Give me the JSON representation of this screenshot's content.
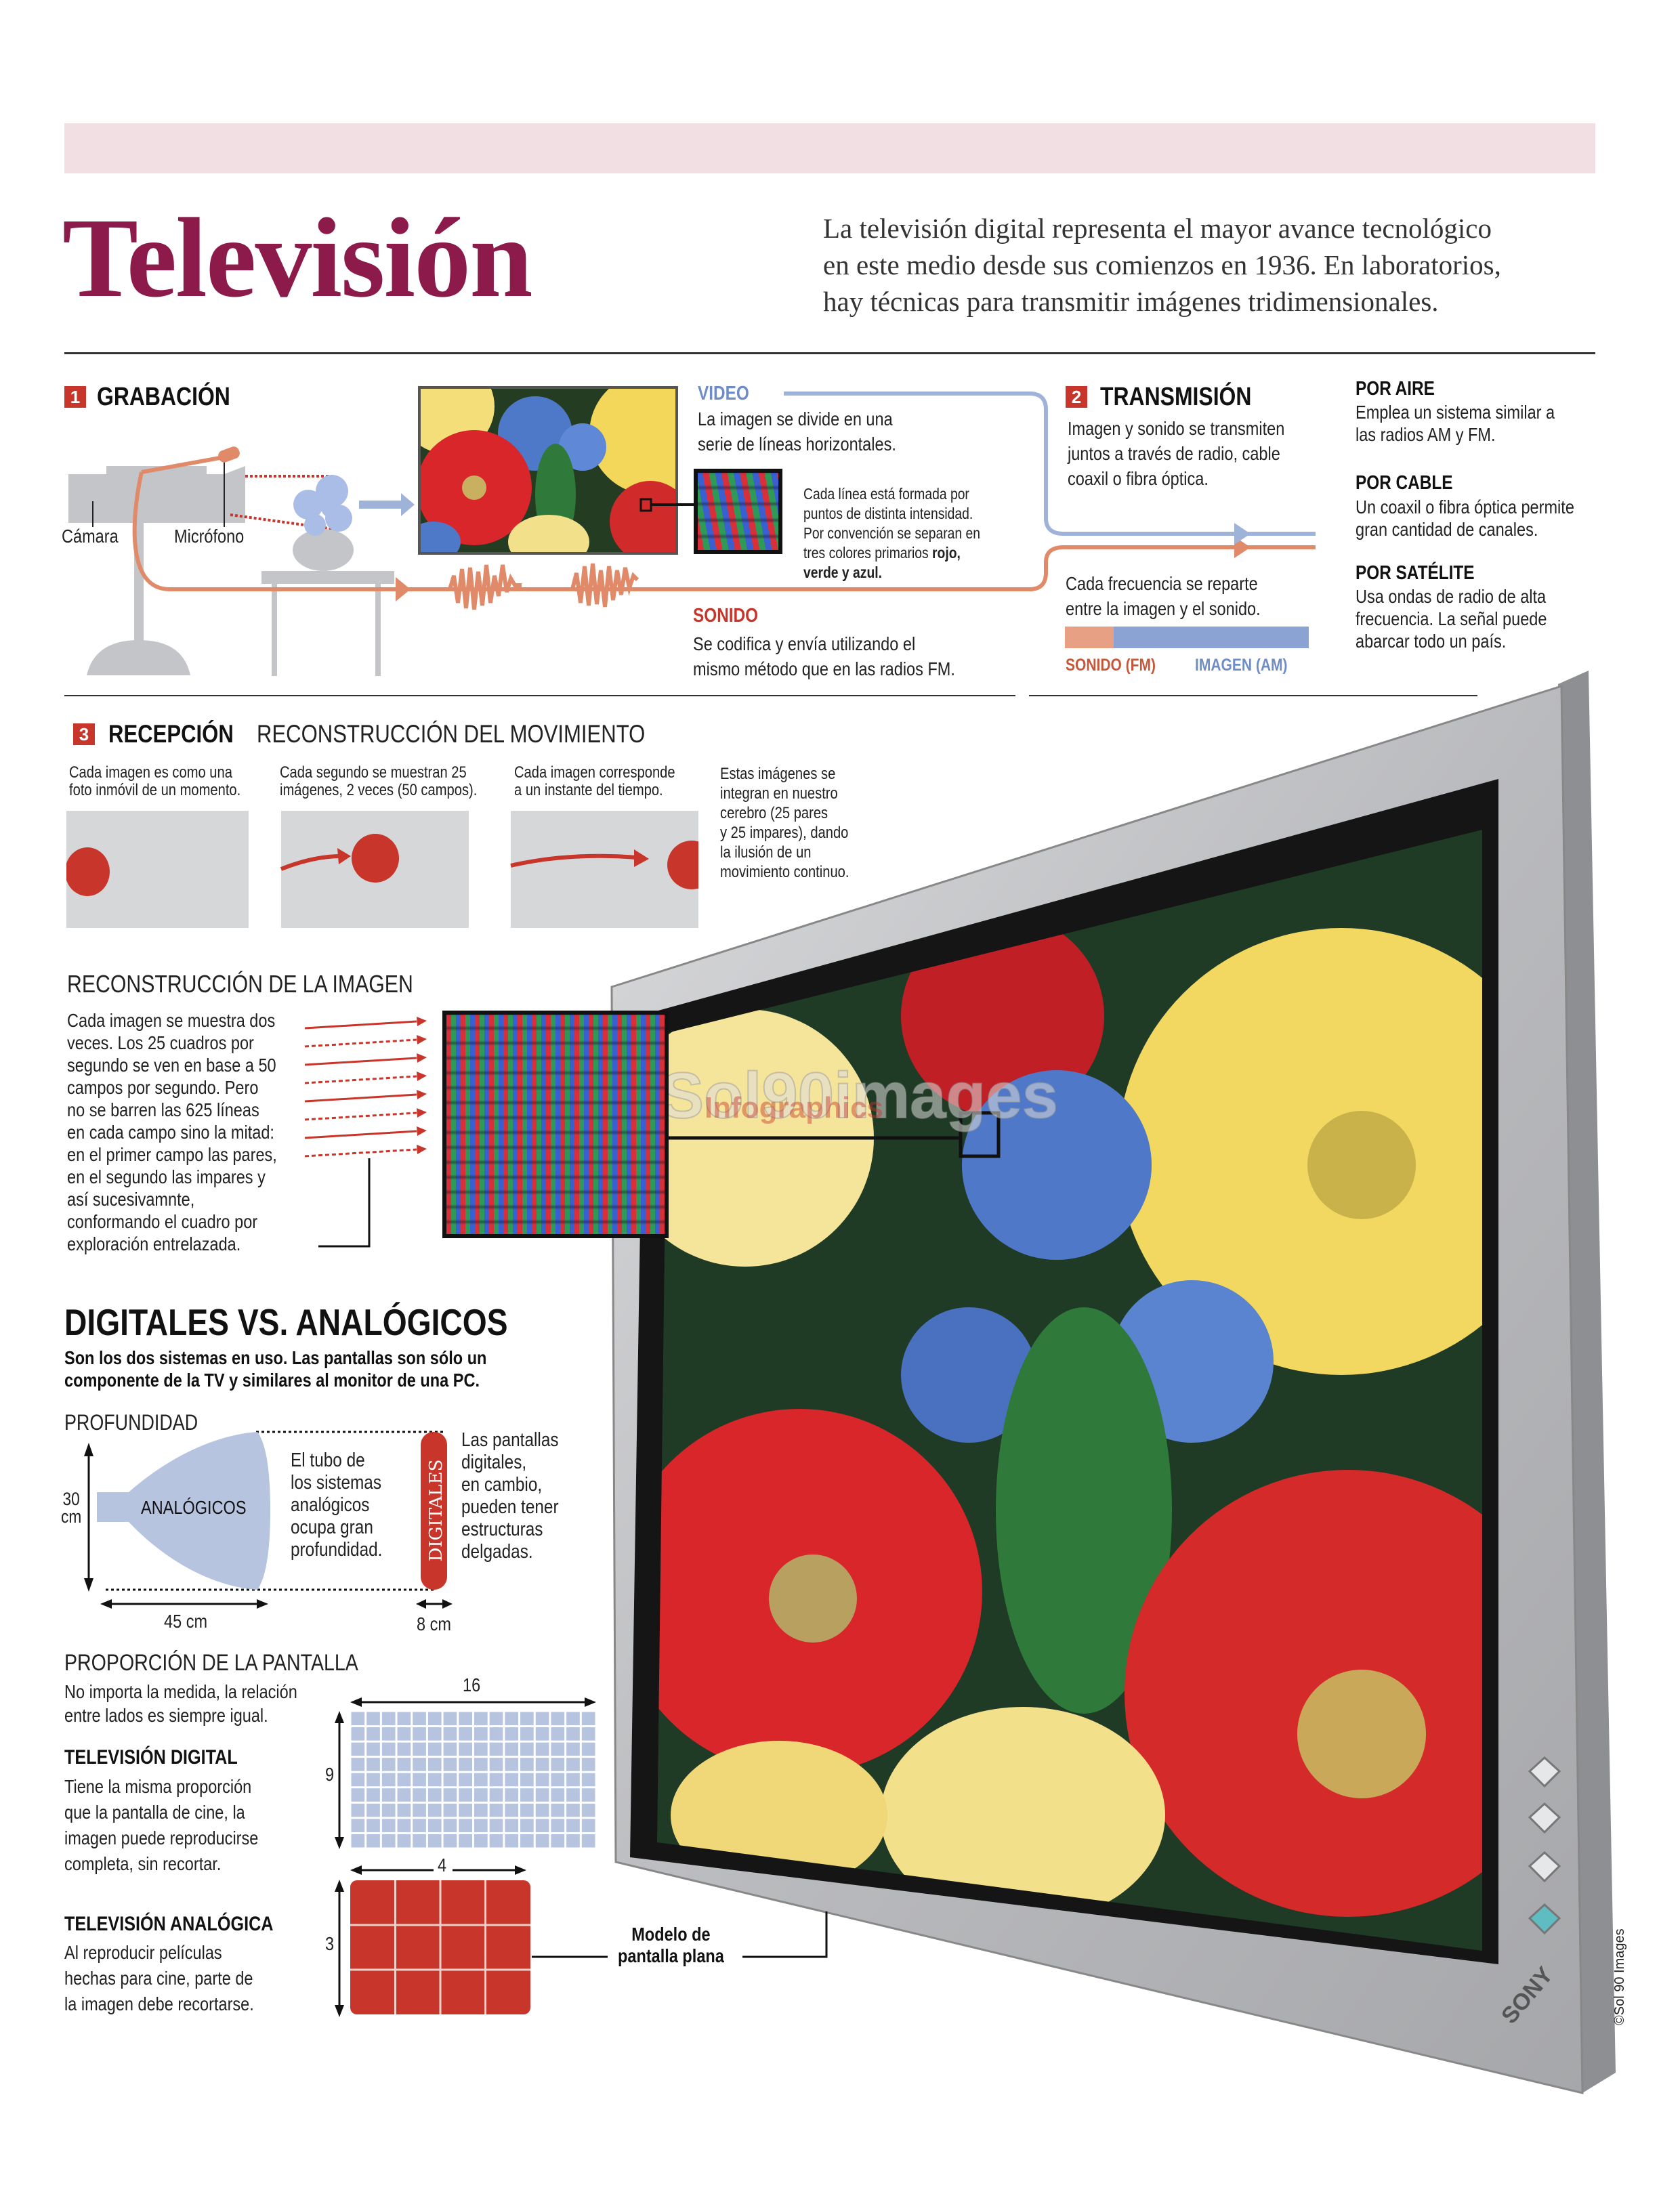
{
  "header": {
    "title": "Televisión",
    "intro": "La televisión digital representa el mayor avance tecnológico\nen este medio desde sus comienzos en 1936. En laboratorios,\nhay técnicas para transmitir imágenes tridimensionales."
  },
  "colors": {
    "title": "#8c1a4b",
    "accent_red": "#c8352a",
    "video_blue": "#9fb3d9",
    "sound_orange": "#e08a6a",
    "band_pink": "#f2dfe3",
    "device_gray": "#c4c5c8"
  },
  "grabacion": {
    "number": "1",
    "title": "GRABACIÓN",
    "camera_label": "Cámara",
    "mic_label": "Micrófono",
    "video_title": "VIDEO",
    "video_text": "La imagen se divide en una\nserie de líneas horizontales.",
    "line_text": "Cada línea está formada por\npuntos de distinta intensidad.\nPor convención se separan en\ntres colores primarios ",
    "line_text_bold": "rojo,\nverde y azul.",
    "sound_title": "SONIDO",
    "sound_text": "Se codifica y envía utilizando el\nmismo método que en las radios FM."
  },
  "transmision": {
    "number": "2",
    "title": "TRANSMISIÓN",
    "text": "Imagen y sonido se transmiten\njuntos a través de radio, cable\ncoaxil o fibra óptica.",
    "freq_text": "Cada frecuencia se reparte\nentre la imagen y el sonido.",
    "bar": {
      "sound_label": "SONIDO (FM)",
      "image_label": "IMAGEN (AM)",
      "sound_fraction": 0.2
    },
    "methods": [
      {
        "title": "POR AIRE",
        "text": "Emplea un sistema similar a\nlas radios AM y FM."
      },
      {
        "title": "POR CABLE",
        "text": "Un coaxil o fibra óptica permite\ngran cantidad de canales."
      },
      {
        "title": "POR SATÉLITE",
        "text": "Usa ondas de radio de alta\nfrecuencia. La señal puede\nabarcar todo un país."
      }
    ]
  },
  "recepcion": {
    "number": "3",
    "title": "RECEPCIÓN",
    "subtitle": "RECONSTRUCCIÓN DEL MOVIMIENTO",
    "captions": [
      "Cada imagen es como una\nfoto inmóvil de un momento.",
      "Cada segundo se muestran 25\nimágenes, 2 veces (50 campos).",
      "Cada imagen corresponde\na un instante del tiempo.",
      "Estas imágenes se\nintegran en nuestro\ncerebro (25 pares\ny 25 impares), dando\nla ilusión de un\nmovimiento continuo."
    ]
  },
  "reconstruccion": {
    "title": "RECONSTRUCCIÓN DE LA IMAGEN",
    "text": "Cada imagen se muestra dos\nveces. Los 25 cuadros por\nsegundo se ven en base a 50\ncampos por segundo. Pero\nno se barren las 625 líneas\nen cada campo sino la mitad:\nen el primer campo las pares,\nen el segundo las impares y\nasí sucesivamnte,\nconformando el cuadro por\nexploración entrelazada."
  },
  "comparacion": {
    "title": "DIGITALES VS. ANALÓGICOS",
    "subtitle": "Son los dos sistemas en uso. Las pantallas son sólo un\ncomponente de la TV y similares al monitor de una PC.",
    "depth": {
      "title": "PROFUNDIDAD",
      "height_label": "30\ncm",
      "analog_label": "ANALÓGICOS",
      "analog_text": "El tubo de\nlos sistemas\nanalógicos\nocupa gran\nprofundidad.",
      "digital_label": "DIGITALES",
      "digital_text": "Las pantallas\ndigitales,\nen cambio,\npueden tener\nestructuras\ndelgadas.",
      "analog_depth": "45 cm",
      "digital_depth": "8 cm"
    },
    "proportion": {
      "title": "PROPORCIÓN DE LA PANTALLA",
      "text": "No importa la medida, la relación\nentre lados es siempre igual.",
      "digital_title": "TELEVISIÓN DIGITAL",
      "digital_text": "Tiene la misma proporción\nque la pantalla de cine, la\nimagen puede reproducirse\ncompleta, sin recortar.",
      "digital_width": "16",
      "digital_height": "9",
      "analog_title": "TELEVISIÓN ANALÓGICA",
      "analog_text": "Al reproducir películas\nhechas para cine, parte de\nla imagen debe recortarse.",
      "analog_width": "4",
      "analog_height": "3"
    }
  },
  "tv_caption": "Modelo de\npantalla plana",
  "tv_brand": "SONY",
  "watermark": {
    "main": "Sol90images",
    "sub": "Infographics"
  },
  "credit": "©Sol 90 Images"
}
